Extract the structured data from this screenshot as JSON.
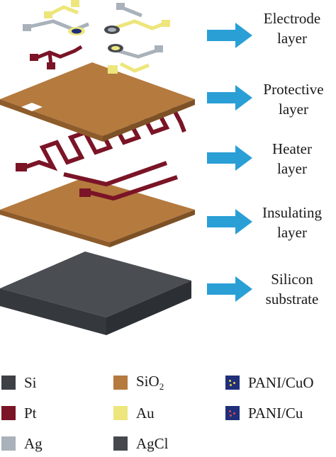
{
  "layers": [
    {
      "line1": "Electrode",
      "line2": "layer"
    },
    {
      "line1": "Protective",
      "line2": "layer"
    },
    {
      "line1": "Heater",
      "line2": "layer"
    },
    {
      "line1": "Insulating",
      "line2": "layer"
    },
    {
      "line1": "Silicon",
      "line2": "substrate"
    }
  ],
  "legend": {
    "si": "Si",
    "sio2_base": "SiO",
    "sio2_sub": "2",
    "pani_cuo": "PANI/CuO",
    "pt": "Pt",
    "au": "Au",
    "pani_cu": "PANI/Cu",
    "ag": "Ag",
    "agcl": "AgCl"
  },
  "colors": {
    "si": "#3d4045",
    "sio2": "#b57a3e",
    "pt": "#7a1426",
    "au": "#ede67c",
    "ag": "#a9b1ba",
    "agcl": "#45494e",
    "pani_cuo": "#1f2f7a",
    "pani_cu": "#1f2f7a",
    "arrow": "#2a9fd6"
  },
  "icons": {
    "arrow": "right-arrow-icon"
  }
}
